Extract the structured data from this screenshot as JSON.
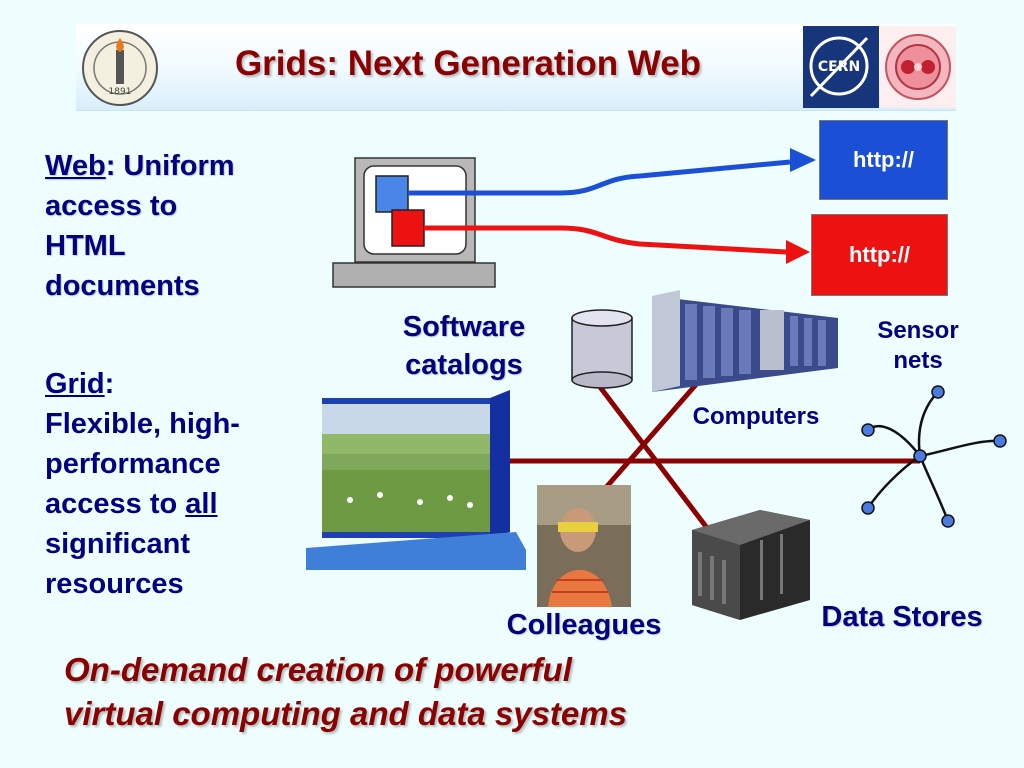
{
  "title": "Grids: Next Generation Web",
  "web": {
    "term": "Web",
    "line1_rest": ": Uniform",
    "line2": "access to",
    "line3": "HTML",
    "line4": "documents"
  },
  "grid": {
    "term": "Grid",
    "colon": ":",
    "line2": "Flexible, high-",
    "line3": "performance",
    "line4_pre": "access to ",
    "line4_u": "all",
    "line5": "significant",
    "line6": "resources"
  },
  "http_blue": "http://",
  "http_red": "http://",
  "labels": {
    "software_1": "Software",
    "software_2": "catalogs",
    "computers": "Computers",
    "sensor_1": "Sensor",
    "sensor_2": "nets",
    "colleagues": "Colleagues",
    "data_stores": "Data Stores"
  },
  "bottom": {
    "line1": "On-demand creation of powerful",
    "line2": "virtual computing and data systems"
  },
  "logos": {
    "caltech_year": "1891",
    "cern": "CERN"
  },
  "colors": {
    "title": "#8b0000",
    "body_text": "#000080",
    "grid_lines": "#8b0000",
    "http_blue": "#1a4fd6",
    "http_red": "#ee1111",
    "background": "#eefdfd"
  }
}
